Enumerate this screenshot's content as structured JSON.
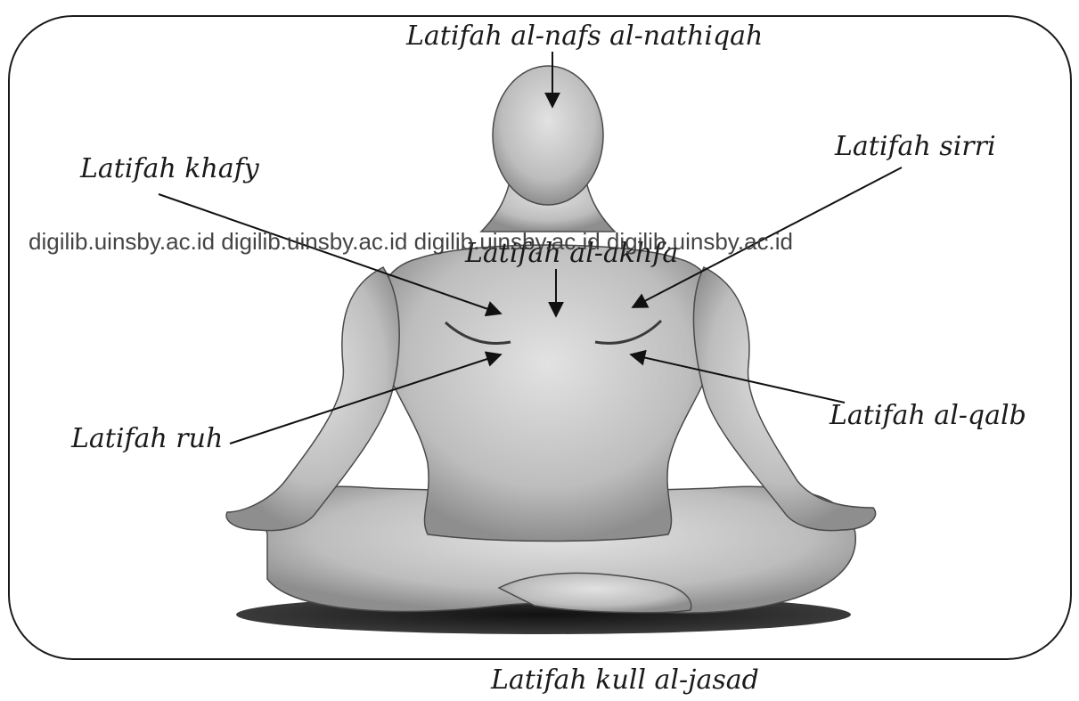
{
  "diagram": {
    "labels": {
      "nafs": "Latifah al-nafs al-nathiqah",
      "khafy": "Latifah khafy",
      "sirri": "Latifah sirri",
      "akhfa": "Latifah al-akhfa",
      "ruh": "Latifah ruh",
      "qalb": "Latifah al-qalb"
    },
    "caption": "Latifah kull al-jasad",
    "watermark": "digilib.uinsby.ac.id  digilib.uinsby.ac.id  digilib.uinsby.ac.id  digilib.uinsby.ac.id"
  }
}
